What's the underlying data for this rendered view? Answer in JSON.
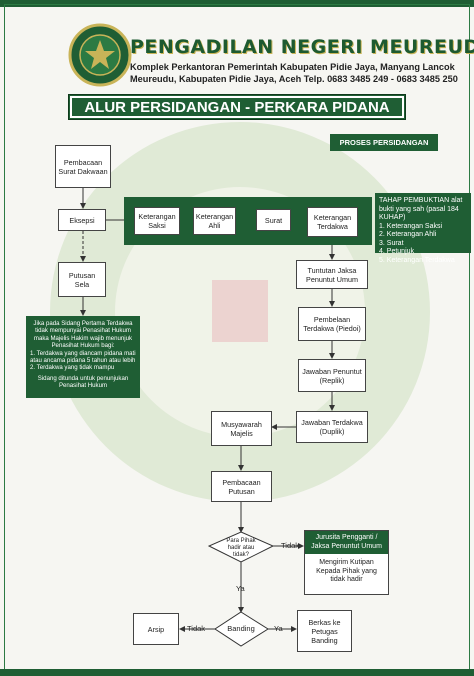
{
  "header": {
    "org_name": "PENGADILAN NEGERI MEUREUDU",
    "address_line1": "Komplek Perkantoran Pemerintah Kabupaten Pidie Jaya, Manyang Lancok",
    "address_line2": "Meureudu, Kabupaten Pidie Jaya, Aceh Telp. 0683 3485 249 - 0683 3485 250"
  },
  "title": "ALUR PERSIDANGAN - PERKARA PIDANA",
  "section_badge": "PROSES PERSIDANGAN",
  "nodes": {
    "pembacaan_dakwaan": "Pembacaan Surat Dakwaan",
    "eksepsi": "Eksepsi",
    "putusan_sela": "Putusan Sela",
    "keterangan_saksi": "Keterangan Saksi",
    "keterangan_ahli": "Keterangan Ahli",
    "surat": "Surat",
    "keterangan_terdakwa": "Keterangan Terdakwa",
    "tuntutan": "Tuntutan Jaksa Penuntut Umum",
    "pembelaan": "Pembelaan Terdakwa (Piedoi)",
    "jawaban_penuntut": "Jawaban Penuntut (Replik)",
    "jawaban_terdakwa": "Jawaban Terdakwa (Duplik)",
    "musyawarah": "Musyawarah Majelis",
    "pembacaan_putusan": "Pembacaan Putusan",
    "para_pihak": "Para Pihak hadir atau tidak?",
    "jurusita_title": "Jurusita Pengganti / Jaksa Penuntut Umum",
    "jurusita_body": "Mengirim Kutipan Kepada Pihak yang tidak hadir",
    "banding": "Banding",
    "arsip": "Arsip",
    "berkas": "Berkas ke Petugas Banding"
  },
  "labels": {
    "tidak_1": "Tidak",
    "ya_1": "Ya",
    "tidak_2": "Tidak",
    "ya_2": "Ya"
  },
  "notes": {
    "pembuktian_title": "TAHAP PEMBUKTIAN alat bukti yang sah (pasal 184 KUHAP)",
    "pembuktian_items": [
      "1. Keterangan Saksi",
      "2. Keterangan Ahli",
      "3. Surat",
      "4. Petunjuk",
      "5. Keterangan Terdakwa"
    ],
    "penasihat_lines": [
      "Jika pada Sidang Pertama Terdakwa tidak mempunyai Penasihat Hukum maka Majelis Hakim wajib menunjuk Penasihat Hukum bagi:",
      "1. Terdakwa yang diancam pidana mati atau ancama pidana 5 tahun atau lebih",
      "2. Terdakwa yang tidak mampu",
      "Sidang ditunda untuk penunjukan Penasihat Hukum"
    ]
  },
  "colors": {
    "primary": "#1f5e34",
    "accent": "#c9b458"
  }
}
